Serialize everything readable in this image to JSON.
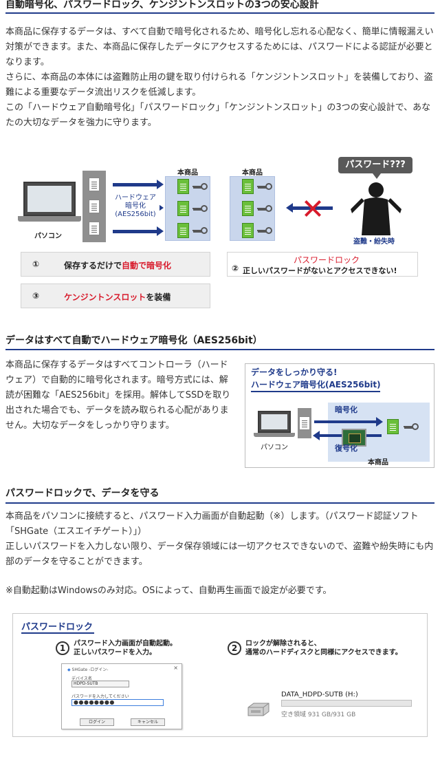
{
  "section1": {
    "title": "自動暗号化、パスワードロック、ケンジントンスロットの3つの安心設計",
    "paragraphs": [
      "本商品に保存するデータは、すべて自動で暗号化されるため、暗号化し忘れる心配なく、簡単に情報漏えい対策ができます。また、本商品に保存したデータにアクセスするためには、パスワードによる認証が必要となります。",
      "さらに、本商品の本体には盗難防止用の鍵を取り付けられる「ケンジントンスロット」を装備しており、盗難による重要なデータ流出リスクを低減します。",
      "この「ハードウェア自動暗号化」「パスワードロック」「ケンジントンスロット」の3つの安心設計で、あなたの大切なデータを強力に守ります。"
    ]
  },
  "diagram1": {
    "pc_label": "パソコン",
    "encrypt_label_1": "ハードウェア",
    "encrypt_label_2": "暗号化",
    "encrypt_label_3": "(AES256bit)",
    "product_label_1": "本商品",
    "product_label_2": "本商品",
    "password_bubble": "パスワード???",
    "theft_label": "盗難・紛失時",
    "box1_num": "①",
    "box1_pre": "保存するだけで",
    "box1_red": "自動で暗号化",
    "box2_num": "②",
    "box2_red": "パスワードロック",
    "box2_text": "正しいパスワードがないとアクセスできない!",
    "box3_num": "③",
    "box3_red": "ケンジントンスロット",
    "box3_post": "を装備",
    "colors": {
      "accent": "#1f3a8a",
      "red": "#d81b2c",
      "green": "#6abf3a"
    }
  },
  "section2": {
    "title": "データはすべて自動でハードウェア暗号化（AES256bit）",
    "paragraph": "本商品に保存するデータはすべてコントローラ（ハードウェア）で自動的に暗号化されます。暗号方式には、解読が困難な「AES256bit」を採用。解体してSSDを取り出された場合でも、データを読み取られる心配がありません。大切なデータをしっかり守ります。"
  },
  "diagram2": {
    "title_1": "データをしっかり守る!",
    "title_2": "ハードウェア暗号化(AES256bit)",
    "encrypt_label": "暗号化",
    "decrypt_label": "復号化",
    "pc_label": "パソコン",
    "product_label": "本商品"
  },
  "section3": {
    "title": "パスワードロックで、データを守る",
    "paragraphs": [
      "本商品をパソコンに接続すると、パスワード入力画面が自動起動（※）します。（パスワード認証ソフト「SHGate（エスエイチゲート）」）",
      "正しいパスワードを入力しない限り、データ保存領域には一切アクセスできないので、盗難や紛失時にも内部のデータを守ることができます。"
    ],
    "note": "※自動起動はWindowsのみ対応。OSによって、自動再生画面で設定が必要です。"
  },
  "panel": {
    "title": "パスワードロック",
    "step1_num": "1",
    "step1_line1": "パスワード入力画面が自動起動。",
    "step1_line2": "正しいパスワードを入力。",
    "step2_num": "2",
    "step2_line1": "ロックが解除されると、",
    "step2_line2": "通常のハードディスクと同様にアクセスできます。",
    "dialog": {
      "title": "SHGate -ログイン-",
      "close": "×",
      "device_label": "デバイス名",
      "device_value": "HDPD-SUTB",
      "password_label": "パスワードを入力してください",
      "password_value": "●●●●●●●●",
      "login_button": "ログイン",
      "cancel_button": "キャンセル"
    },
    "drive": {
      "name": "DATA_HDPD-SUTB (H:)",
      "free": "空き領域 931 GB/931 GB",
      "used_fraction": 0.0
    }
  }
}
